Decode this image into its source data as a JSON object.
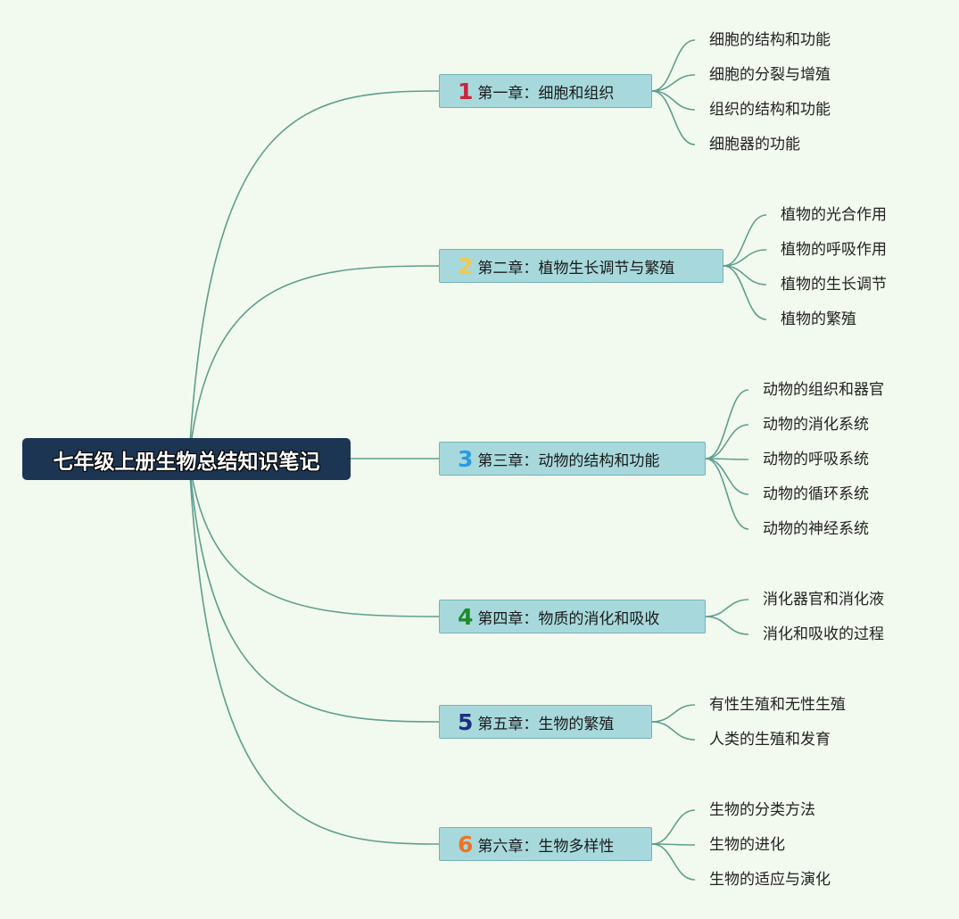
{
  "root": {
    "label": "七年级上册生物总结知识笔记"
  },
  "chapters": [
    {
      "number": "1",
      "number_color": "#c8253a",
      "label": "第一章：细胞和组织",
      "topics": [
        "细胞的结构和功能",
        "细胞的分裂与增殖",
        "组织的结构和功能",
        "细胞器的功能"
      ]
    },
    {
      "number": "2",
      "number_color": "#f2c94c",
      "label": "第二章：植物生长调节与繁殖",
      "topics": [
        "植物的光合作用",
        "植物的呼吸作用",
        "植物的生长调节",
        "植物的繁殖"
      ]
    },
    {
      "number": "3",
      "number_color": "#2b9be3",
      "label": "第三章：动物的结构和功能",
      "topics": [
        "动物的组织和器官",
        "动物的消化系统",
        "动物的呼吸系统",
        "动物的循环系统",
        "动物的神经系统"
      ]
    },
    {
      "number": "4",
      "number_color": "#1f8a2e",
      "label": "第四章：物质的消化和吸收",
      "topics": [
        "消化器官和消化液",
        "消化和吸收的过程"
      ]
    },
    {
      "number": "5",
      "number_color": "#1c2f80",
      "label": "第五章：生物的繁殖",
      "topics": [
        "有性生殖和无性生殖",
        "人类的生殖和发育"
      ]
    },
    {
      "number": "6",
      "number_color": "#ee7326",
      "label": "第六章：生物多样性",
      "topics": [
        "生物的分类方法",
        "生物的进化",
        "生物的适应与演化"
      ]
    }
  ],
  "colors": {
    "line": "#5e9f8d",
    "root_fill": "#1c3553",
    "chapter_fill": "#a7d9dc",
    "background": "#f2f9ef"
  }
}
